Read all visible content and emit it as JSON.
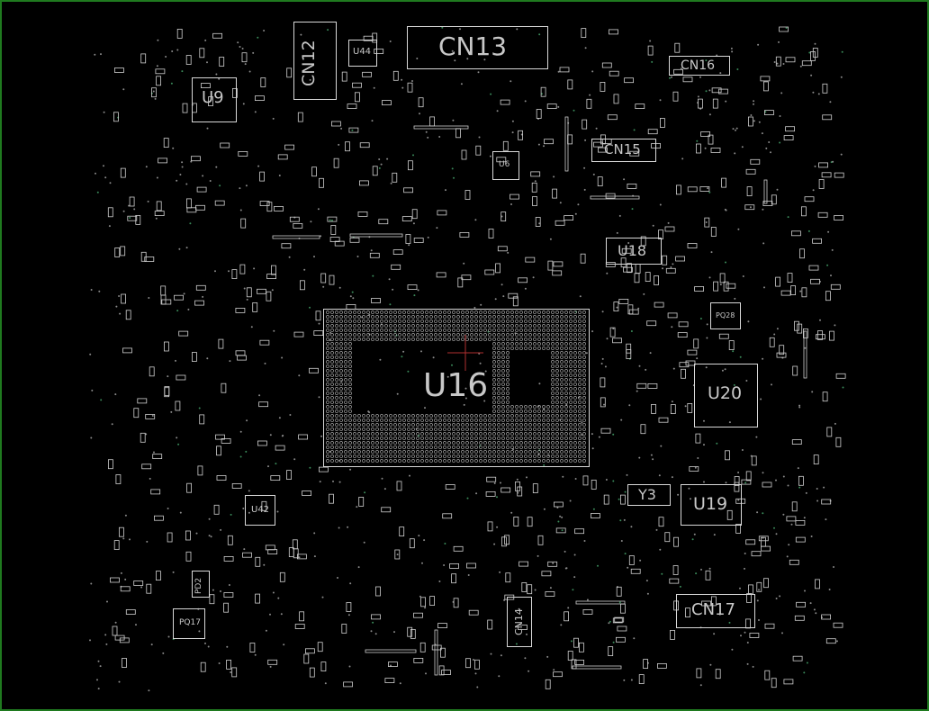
{
  "view": {
    "background": "#000000",
    "border_color": "#1f7a1f",
    "outline_color": "#d8d8d8",
    "label_color": "#c8c8c8",
    "accent": "#b03030"
  },
  "components": {
    "cn13": "CN13",
    "cn12": "CN12",
    "u44": "U44",
    "u9": "U9",
    "cn16": "CN16",
    "cn15": "CN15",
    "u18": "U18",
    "u16": "U16",
    "u20": "U20",
    "pq28": "PQ28",
    "y3": "Y3",
    "u19": "U19",
    "u42": "U42",
    "pd2": "PD2",
    "pq17": "PQ17",
    "cn14": "CN14",
    "cn17": "CN17",
    "u6": "U6"
  }
}
